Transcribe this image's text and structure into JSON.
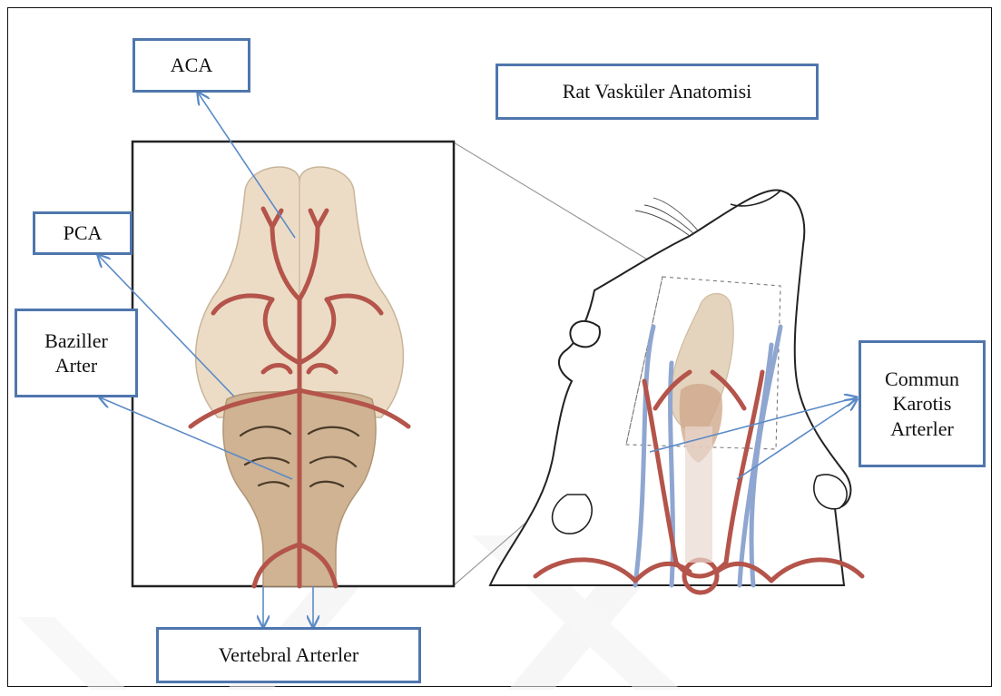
{
  "title": "Rat Vasküler Anatomisi",
  "labels": {
    "aca": "ACA",
    "pca": "PCA",
    "baziller": [
      "Baziller",
      "Arter"
    ],
    "commun": [
      "Commun",
      "Karotis",
      "Arterler"
    ],
    "vertebral": "Vertebral Arterler"
  },
  "colors": {
    "box_border": "#4f76ad",
    "arrow": "#5b8ac6",
    "artery": "#b4544a",
    "vein": "#8fa6d1",
    "cerebrum": "#ecdcc6",
    "cerebellum": "#cfb392"
  }
}
